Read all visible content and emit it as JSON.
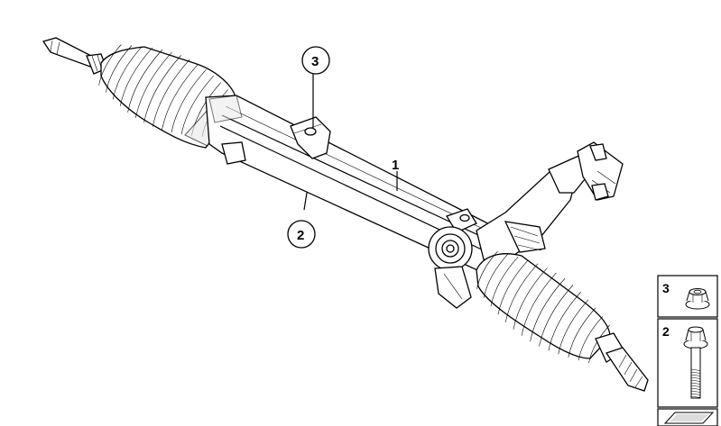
{
  "callouts": [
    {
      "id": "1",
      "label": "1"
    },
    {
      "id": "2",
      "label": "2"
    },
    {
      "id": "3",
      "label": "3"
    }
  ],
  "legend": [
    {
      "id": "3",
      "label": "3",
      "icon": "nut-icon"
    },
    {
      "id": "2",
      "label": "2",
      "icon": "bolt-icon"
    }
  ],
  "footer_icon": "arrow-icon"
}
